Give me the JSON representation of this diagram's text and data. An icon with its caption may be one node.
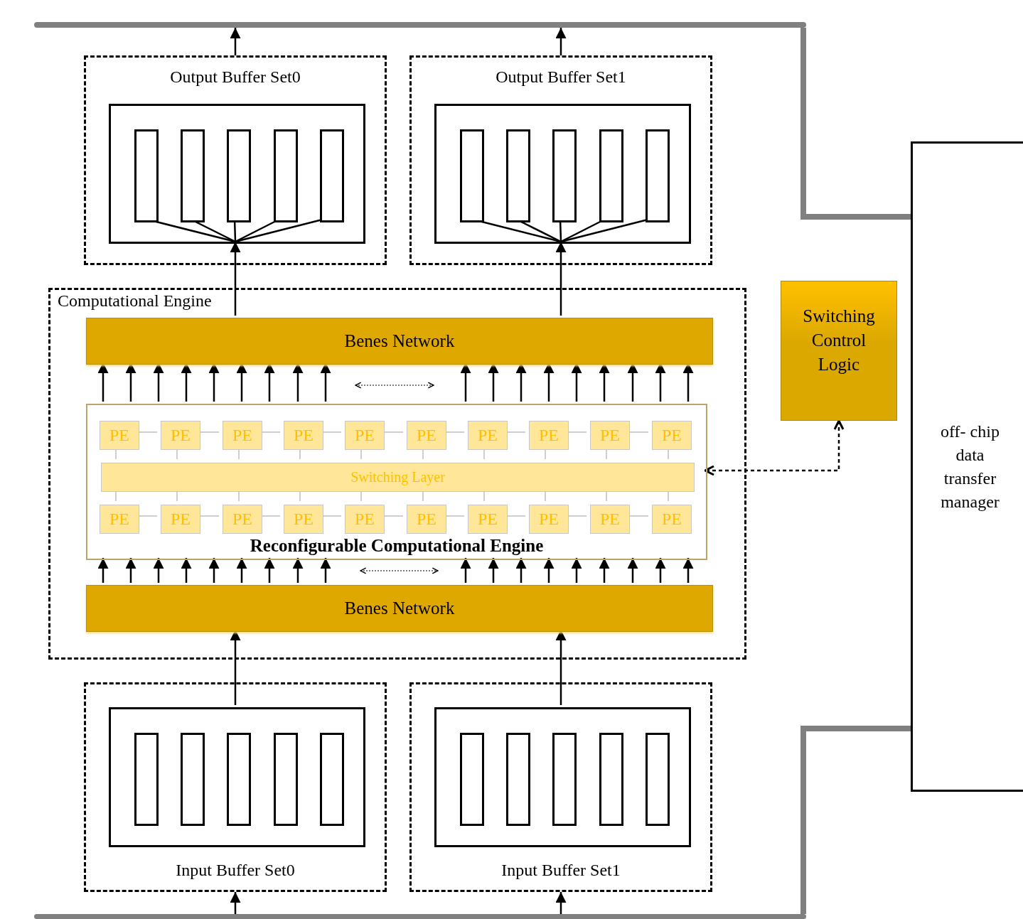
{
  "diagram": {
    "nodes": [
      {
        "text": [
          "Output Buffer Set0"
        ]
      },
      {
        "text": [],
        "shape": "box",
        "in": 0
      },
      {
        "text": [],
        "shape": "bar",
        "in": 1
      },
      {
        "text": [],
        "shape": "bar",
        "in": 1
      },
      {
        "text": [],
        "shape": "bar",
        "in": 1
      },
      {
        "text": [],
        "shape": "bar",
        "in": 1
      },
      {
        "text": [],
        "shape": "bar",
        "in": 1
      },
      {
        "text": [
          "Output Buffer Set1"
        ]
      },
      {
        "text": [],
        "shape": "box",
        "in": 7
      },
      {
        "text": [],
        "shape": "bar",
        "in": 8
      },
      {
        "text": [],
        "shape": "bar",
        "in": 8
      },
      {
        "text": [],
        "shape": "bar",
        "in": 8
      },
      {
        "text": [],
        "shape": "bar",
        "in": 8
      },
      {
        "text": [],
        "shape": "bar",
        "in": 8
      },
      {
        "text": [
          "Computational Engine"
        ]
      },
      {
        "text": [
          "Benes Network"
        ],
        "in": 14
      },
      {
        "text": [
          "Reconfigurable Computational Engine"
        ],
        "in": 14
      },
      {
        "text": [
          "PE"
        ],
        "in": 16
      },
      {
        "text": [
          "PE"
        ],
        "in": 16
      },
      {
        "text": [
          "PE"
        ],
        "in": 16
      },
      {
        "text": [
          "PE"
        ],
        "in": 16
      },
      {
        "text": [
          "PE"
        ],
        "in": 16
      },
      {
        "text": [
          "PE"
        ],
        "in": 16
      },
      {
        "text": [
          "PE"
        ],
        "in": 16
      },
      {
        "text": [
          "PE"
        ],
        "in": 16
      },
      {
        "text": [
          "PE"
        ],
        "in": 16
      },
      {
        "text": [
          "PE"
        ],
        "in": 16
      },
      {
        "text": [
          "Switching Layer"
        ],
        "in": 16
      },
      {
        "text": [
          "PE"
        ],
        "in": 16
      },
      {
        "text": [
          "PE"
        ],
        "in": 16
      },
      {
        "text": [
          "PE"
        ],
        "in": 16
      },
      {
        "text": [
          "PE"
        ],
        "in": 16
      },
      {
        "text": [
          "PE"
        ],
        "in": 16
      },
      {
        "text": [
          "PE"
        ],
        "in": 16
      },
      {
        "text": [
          "PE"
        ],
        "in": 16
      },
      {
        "text": [
          "PE"
        ],
        "in": 16
      },
      {
        "text": [
          "PE"
        ],
        "in": 16
      },
      {
        "text": [
          "PE"
        ],
        "in": 16
      },
      {
        "text": [
          "Benes Network"
        ],
        "in": 14
      },
      {
        "text": [
          "Input Buffer Set0"
        ]
      },
      {
        "text": [],
        "shape": "box",
        "in": 39
      },
      {
        "text": [],
        "shape": "bar",
        "in": 40
      },
      {
        "text": [],
        "shape": "bar",
        "in": 40
      },
      {
        "text": [],
        "shape": "bar",
        "in": 40
      },
      {
        "text": [],
        "shape": "bar",
        "in": 40
      },
      {
        "text": [],
        "shape": "bar",
        "in": 40
      },
      {
        "text": [
          "Input Buffer Set1"
        ]
      },
      {
        "text": [],
        "shape": "box",
        "in": 46
      },
      {
        "text": [],
        "shape": "bar",
        "in": 47
      },
      {
        "text": [],
        "shape": "bar",
        "in": 47
      },
      {
        "text": [],
        "shape": "bar",
        "in": 47
      },
      {
        "text": [],
        "shape": "bar",
        "in": 47
      },
      {
        "text": [],
        "shape": "bar",
        "in": 47
      },
      {
        "text": [
          "Switching Control Logic"
        ]
      },
      {
        "text": [
          "off- chip data transfer manager"
        ]
      },
      {
        "text": [],
        "shape": "bar"
      },
      {
        "text": [],
        "shape": "bar"
      }
    ],
    "edges": [
      {
        "from": 2,
        "to": 1,
        "arrow": "none"
      },
      {
        "from": 3,
        "to": 1,
        "arrow": "none"
      },
      {
        "from": 4,
        "to": 1,
        "arrow": "none"
      },
      {
        "from": 5,
        "to": 1,
        "arrow": "none"
      },
      {
        "from": 6,
        "to": 1,
        "arrow": "none"
      },
      {
        "from": 15,
        "to": 1,
        "arrow": "to"
      },
      {
        "from": 0,
        "to": 55,
        "arrow": "to"
      },
      {
        "from": 9,
        "to": 8,
        "arrow": "none"
      },
      {
        "from": 10,
        "to": 8,
        "arrow": "none"
      },
      {
        "from": 11,
        "to": 8,
        "arrow": "none"
      },
      {
        "from": 12,
        "to": 8,
        "arrow": "none"
      },
      {
        "from": 13,
        "to": 8,
        "arrow": "none"
      },
      {
        "from": 15,
        "to": 8,
        "arrow": "to"
      },
      {
        "from": 7,
        "to": 55,
        "arrow": "to"
      },
      {
        "from": 55,
        "to": 54,
        "arrow": "none",
        "style": "thick",
        "color": "#808080"
      },
      {
        "from": 16,
        "to": 15,
        "arrow": "to"
      },
      {
        "from": 16,
        "to": 15,
        "arrow": "to"
      },
      {
        "from": 16,
        "to": 15,
        "arrow": "to"
      },
      {
        "from": 16,
        "to": 15,
        "arrow": "to"
      },
      {
        "from": 16,
        "to": 15,
        "arrow": "to"
      },
      {
        "from": 16,
        "to": 15,
        "arrow": "to"
      },
      {
        "from": 16,
        "to": 15,
        "arrow": "to"
      },
      {
        "from": 16,
        "to": 15,
        "arrow": "to"
      },
      {
        "from": 16,
        "to": 15,
        "arrow": "to"
      },
      {
        "from": 16,
        "to": 15,
        "arrow": "to"
      },
      {
        "from": 16,
        "to": 15,
        "arrow": "to"
      },
      {
        "from": 16,
        "to": 15,
        "arrow": "to"
      },
      {
        "from": 16,
        "to": 15,
        "arrow": "to"
      },
      {
        "from": 16,
        "to": 15,
        "arrow": "to"
      },
      {
        "from": 16,
        "to": 15,
        "arrow": "to"
      },
      {
        "from": 16,
        "to": 15,
        "arrow": "to"
      },
      {
        "from": 16,
        "to": 15,
        "arrow": "to"
      },
      {
        "from": 16,
        "to": 15,
        "arrow": "to"
      },
      {
        "from": 17,
        "to": 18,
        "arrow": "none",
        "color": "#bfbfbf"
      },
      {
        "from": 18,
        "to": 19,
        "arrow": "none",
        "color": "#bfbfbf"
      },
      {
        "from": 19,
        "to": 20,
        "arrow": "none",
        "color": "#bfbfbf"
      },
      {
        "from": 20,
        "to": 21,
        "arrow": "none",
        "color": "#bfbfbf"
      },
      {
        "from": 21,
        "to": 22,
        "arrow": "none",
        "color": "#bfbfbf"
      },
      {
        "from": 22,
        "to": 23,
        "arrow": "none",
        "color": "#bfbfbf"
      },
      {
        "from": 23,
        "to": 24,
        "arrow": "none",
        "color": "#bfbfbf"
      },
      {
        "from": 24,
        "to": 25,
        "arrow": "none",
        "color": "#bfbfbf"
      },
      {
        "from": 25,
        "to": 26,
        "arrow": "none",
        "color": "#bfbfbf"
      },
      {
        "from": 17,
        "to": 27,
        "arrow": "none",
        "color": "#bfbfbf"
      },
      {
        "from": 18,
        "to": 27,
        "arrow": "none",
        "color": "#bfbfbf"
      },
      {
        "from": 19,
        "to": 27,
        "arrow": "none",
        "color": "#bfbfbf"
      },
      {
        "from": 20,
        "to": 27,
        "arrow": "none",
        "color": "#bfbfbf"
      },
      {
        "from": 21,
        "to": 27,
        "arrow": "none",
        "color": "#bfbfbf"
      },
      {
        "from": 22,
        "to": 27,
        "arrow": "none",
        "color": "#bfbfbf"
      },
      {
        "from": 23,
        "to": 27,
        "arrow": "none",
        "color": "#bfbfbf"
      },
      {
        "from": 24,
        "to": 27,
        "arrow": "none",
        "color": "#bfbfbf"
      },
      {
        "from": 25,
        "to": 27,
        "arrow": "none",
        "color": "#bfbfbf"
      },
      {
        "from": 26,
        "to": 27,
        "arrow": "none",
        "color": "#bfbfbf"
      },
      {
        "from": 27,
        "to": 28,
        "arrow": "none",
        "color": "#bfbfbf"
      },
      {
        "from": 27,
        "to": 29,
        "arrow": "none",
        "color": "#bfbfbf"
      },
      {
        "from": 27,
        "to": 30,
        "arrow": "none",
        "color": "#bfbfbf"
      },
      {
        "from": 27,
        "to": 31,
        "arrow": "none",
        "color": "#bfbfbf"
      },
      {
        "from": 27,
        "to": 32,
        "arrow": "none",
        "color": "#bfbfbf"
      },
      {
        "from": 27,
        "to": 33,
        "arrow": "none",
        "color": "#bfbfbf"
      },
      {
        "from": 27,
        "to": 34,
        "arrow": "none",
        "color": "#bfbfbf"
      },
      {
        "from": 27,
        "to": 35,
        "arrow": "none",
        "color": "#bfbfbf"
      },
      {
        "from": 27,
        "to": 36,
        "arrow": "none",
        "color": "#bfbfbf"
      },
      {
        "from": 27,
        "to": 37,
        "arrow": "none",
        "color": "#bfbfbf"
      },
      {
        "from": 28,
        "to": 29,
        "arrow": "none",
        "color": "#bfbfbf"
      },
      {
        "from": 29,
        "to": 30,
        "arrow": "none",
        "color": "#bfbfbf"
      },
      {
        "from": 30,
        "to": 31,
        "arrow": "none",
        "color": "#bfbfbf"
      },
      {
        "from": 31,
        "to": 32,
        "arrow": "none",
        "color": "#bfbfbf"
      },
      {
        "from": 32,
        "to": 33,
        "arrow": "none",
        "color": "#bfbfbf"
      },
      {
        "from": 33,
        "to": 34,
        "arrow": "none",
        "color": "#bfbfbf"
      },
      {
        "from": 34,
        "to": 35,
        "arrow": "none",
        "color": "#bfbfbf"
      },
      {
        "from": 35,
        "to": 36,
        "arrow": "none",
        "color": "#bfbfbf"
      },
      {
        "from": 36,
        "to": 37,
        "arrow": "none",
        "color": "#bfbfbf"
      },
      {
        "from": 38,
        "to": 16,
        "arrow": "to"
      },
      {
        "from": 38,
        "to": 16,
        "arrow": "to"
      },
      {
        "from": 38,
        "to": 16,
        "arrow": "to"
      },
      {
        "from": 38,
        "to": 16,
        "arrow": "to"
      },
      {
        "from": 38,
        "to": 16,
        "arrow": "to"
      },
      {
        "from": 38,
        "to": 16,
        "arrow": "to"
      },
      {
        "from": 38,
        "to": 16,
        "arrow": "to"
      },
      {
        "from": 38,
        "to": 16,
        "arrow": "to"
      },
      {
        "from": 38,
        "to": 16,
        "arrow": "to"
      },
      {
        "from": 38,
        "to": 16,
        "arrow": "to"
      },
      {
        "from": 38,
        "to": 16,
        "arrow": "to"
      },
      {
        "from": 38,
        "to": 16,
        "arrow": "to"
      },
      {
        "from": 38,
        "to": 16,
        "arrow": "to"
      },
      {
        "from": 38,
        "to": 16,
        "arrow": "to"
      },
      {
        "from": 38,
        "to": 16,
        "arrow": "to"
      },
      {
        "from": 38,
        "to": 16,
        "arrow": "to"
      },
      {
        "from": 38,
        "to": 16,
        "arrow": "to"
      },
      {
        "from": 38,
        "to": 16,
        "arrow": "to"
      },
      {
        "from": 40,
        "to": 38,
        "arrow": "to"
      },
      {
        "from": 47,
        "to": 38,
        "arrow": "to"
      },
      {
        "from": 56,
        "to": 39,
        "arrow": "to"
      },
      {
        "from": 56,
        "to": 46,
        "arrow": "to"
      },
      {
        "from": 56,
        "to": 54,
        "arrow": "none",
        "style": "thick",
        "color": "#808080"
      },
      {
        "from": 53,
        "to": 16,
        "arrow": "both",
        "style": "dashed"
      }
    ]
  }
}
